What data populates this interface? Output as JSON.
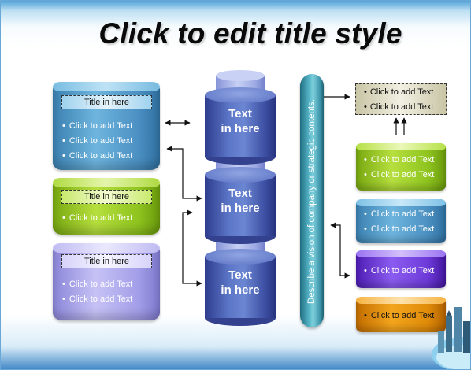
{
  "title": "Click to edit title style",
  "left_panels": [
    {
      "heading": "Title in here",
      "items": [
        "Click to add Text",
        "Click to add Text",
        "Click to add Text"
      ]
    },
    {
      "heading": "Title in here",
      "items": [
        "Click to add Text"
      ]
    },
    {
      "heading": "Title in here",
      "items": [
        "Click to add Text",
        "Click to add Text"
      ]
    }
  ],
  "center_cylinders": [
    {
      "line1": "Text",
      "line2": "in here"
    },
    {
      "line1": "Text",
      "line2": "in here"
    },
    {
      "line1": "Text",
      "line2": "in here"
    }
  ],
  "pill_text": "Describe a vision of company or strategic contents.",
  "right_box": {
    "items": [
      "Click to add Text",
      "Click to add Text"
    ]
  },
  "right_panels": [
    {
      "items": [
        "Click to add Text",
        "Click to add Text"
      ]
    },
    {
      "items": [
        "Click to add Text",
        "Click to add Text"
      ]
    },
    {
      "items": [
        "Click to add Text"
      ]
    },
    {
      "items": [
        "Click to add Text"
      ]
    }
  ],
  "colors": {
    "blue_panel": "#5aa5d2",
    "green_panel": "#a3d32e",
    "lavender_panel": "#b3aef0",
    "cylinder_blue": "#5d77c8",
    "pill_teal": "#4aa7ba",
    "purple_panel": "#7a4ae6",
    "orange_panel": "#eb9a12",
    "note_box": "#e6e3cf"
  }
}
